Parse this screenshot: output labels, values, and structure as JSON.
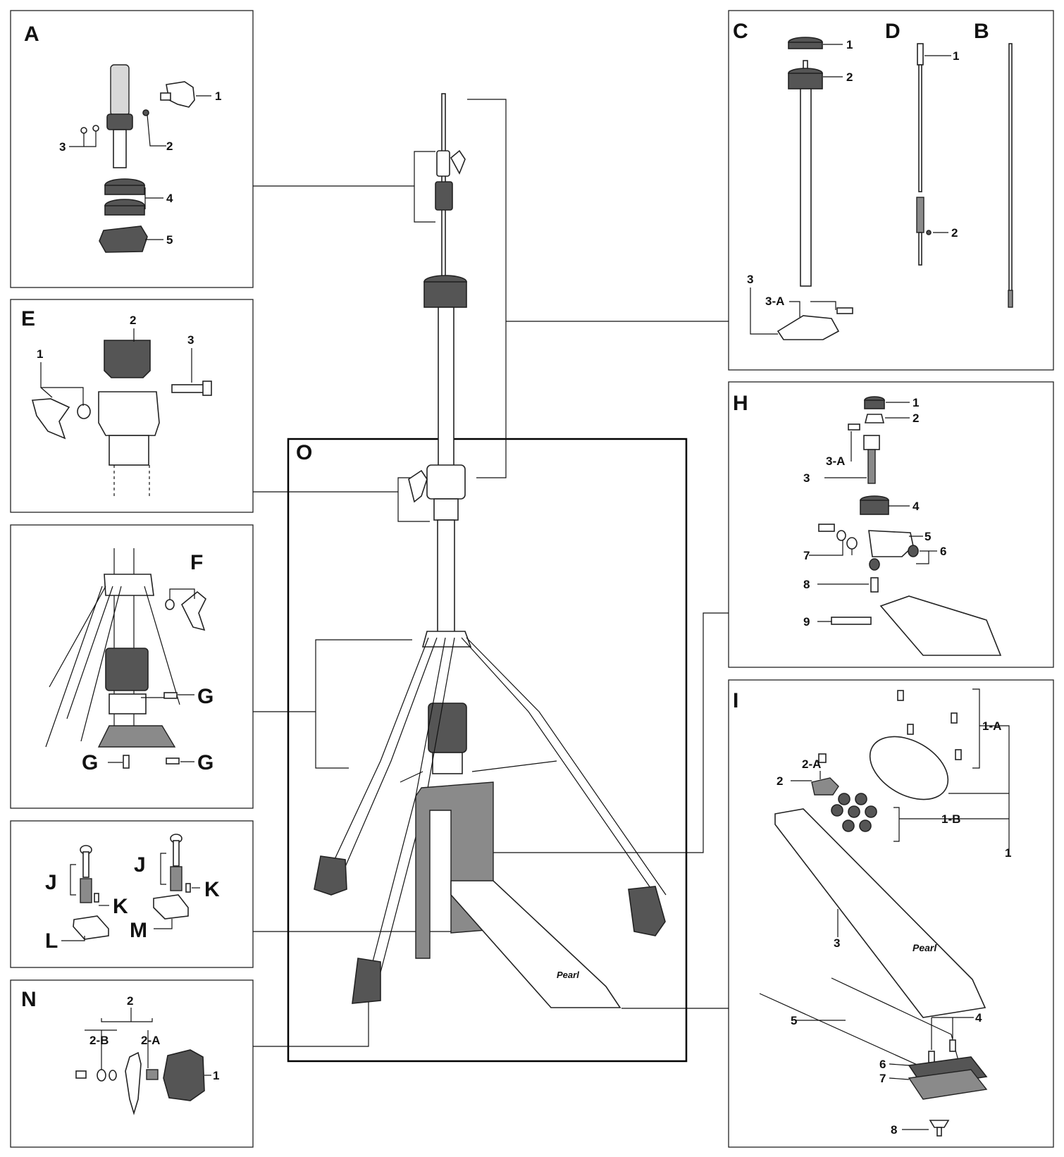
{
  "diagram": {
    "panels": {
      "A": {
        "letter": "A",
        "parts": [
          "1",
          "2",
          "3",
          "4",
          "5"
        ]
      },
      "E": {
        "letter": "E",
        "parts": [
          "1",
          "2",
          "3"
        ]
      },
      "C": {
        "letter": "C",
        "parts": [
          "1",
          "2",
          "3",
          "3-A"
        ]
      },
      "D": {
        "letter": "D",
        "parts": [
          "1",
          "2"
        ]
      },
      "B": {
        "letter": "B"
      },
      "H": {
        "letter": "H",
        "parts": [
          "1",
          "2",
          "3",
          "3-A",
          "4",
          "5",
          "6",
          "7",
          "8",
          "9"
        ]
      },
      "I": {
        "letter": "I",
        "parts": [
          "1",
          "1-A",
          "1-B",
          "2",
          "2-A",
          "3",
          "4",
          "5",
          "6",
          "7",
          "8"
        ]
      },
      "FG": {
        "F": "F",
        "G": "G"
      },
      "JKLM": {
        "J": "J",
        "K": "K",
        "L": "L",
        "M": "M"
      },
      "N": {
        "letter": "N",
        "parts": [
          "1",
          "2",
          "2-A",
          "2-B"
        ]
      },
      "O": {
        "letter": "O"
      }
    },
    "brand": "Pearl",
    "colors": {
      "line": "#111111",
      "dark_part": "#555555",
      "mid_part": "#8a8a8a",
      "light_part": "#d8d8d8"
    }
  }
}
